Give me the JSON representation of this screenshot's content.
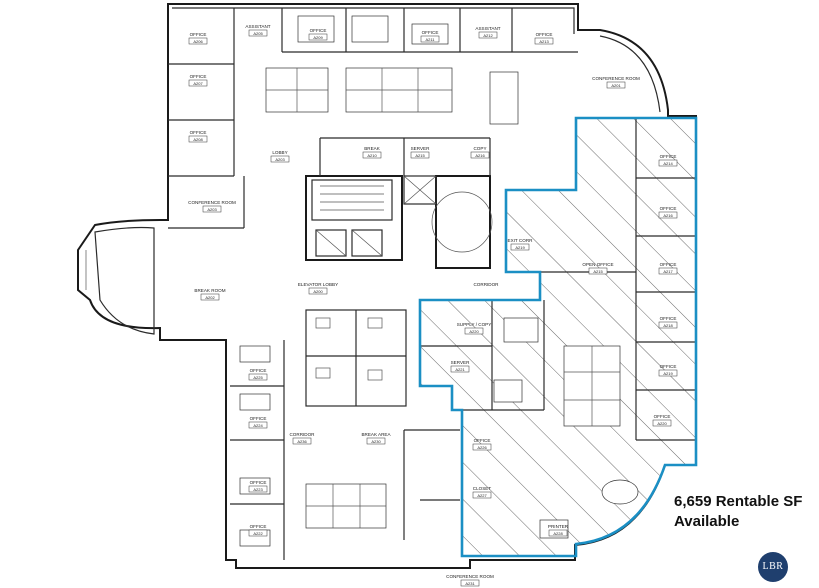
{
  "plan": {
    "rooms": [
      {
        "name": "OFFICE",
        "number": "A206"
      },
      {
        "name": "ASSISTANT",
        "number": "A205"
      },
      {
        "name": "OFFICE",
        "number": "A207"
      },
      {
        "name": "OFFICE",
        "number": "A208"
      },
      {
        "name": "OFFICE",
        "number": "A209"
      },
      {
        "name": "OFFICE",
        "number": "A211"
      },
      {
        "name": "ASSISTANT",
        "number": "A212"
      },
      {
        "name": "OFFICE",
        "number": "A213"
      },
      {
        "name": "CONFERENCE ROOM",
        "number": "A203"
      },
      {
        "name": "LOBBY",
        "number": "A203"
      },
      {
        "name": "BREAK",
        "number": "A210"
      },
      {
        "name": "SERVER",
        "number": "A215"
      },
      {
        "name": "COPY",
        "number": "A216"
      },
      {
        "name": "CONFERENCE ROOM",
        "number": "A201"
      },
      {
        "name": "BREAK ROOM",
        "number": "A202"
      },
      {
        "name": "ELEVATOR LOBBY",
        "number": "A200"
      },
      {
        "name": "EXIT CORR",
        "number": "A219"
      },
      {
        "name": "OPEN OFFICE",
        "number": "A215"
      },
      {
        "name": "CORRIDOR",
        "number": ""
      },
      {
        "name": "SUPPLY / COPY",
        "number": "A220"
      },
      {
        "name": "SERVER",
        "number": "A221"
      },
      {
        "name": "OFFICE",
        "number": "A214"
      },
      {
        "name": "OFFICE",
        "number": "A216"
      },
      {
        "name": "OFFICE",
        "number": "A217"
      },
      {
        "name": "OFFICE",
        "number": "A218"
      },
      {
        "name": "OFFICE",
        "number": "A219"
      },
      {
        "name": "OFFICE",
        "number": "A220"
      },
      {
        "name": "OFFICE",
        "number": "A226"
      },
      {
        "name": "CLOSET",
        "number": "A227"
      },
      {
        "name": "OFFICE",
        "number": "A225"
      },
      {
        "name": "OFFICE",
        "number": "A224"
      },
      {
        "name": "OFFICE",
        "number": "A223"
      },
      {
        "name": "OFFICE",
        "number": "A222"
      },
      {
        "name": "CORRIDOR",
        "number": "A236"
      },
      {
        "name": "BREAK AREA",
        "number": "A230"
      },
      {
        "name": "CONFERENCE ROOM",
        "number": "A231"
      },
      {
        "name": "PRINTER",
        "number": "A228"
      }
    ]
  },
  "caption": {
    "line1": "6,659 Rentable SF",
    "line2": "Available"
  },
  "logo": {
    "text": "LBR"
  },
  "colors": {
    "availability_outline": "#1b8fc4",
    "walls": "#2b2b2b",
    "hatch": "#444444",
    "logo_bg": "#1f3f6e"
  }
}
